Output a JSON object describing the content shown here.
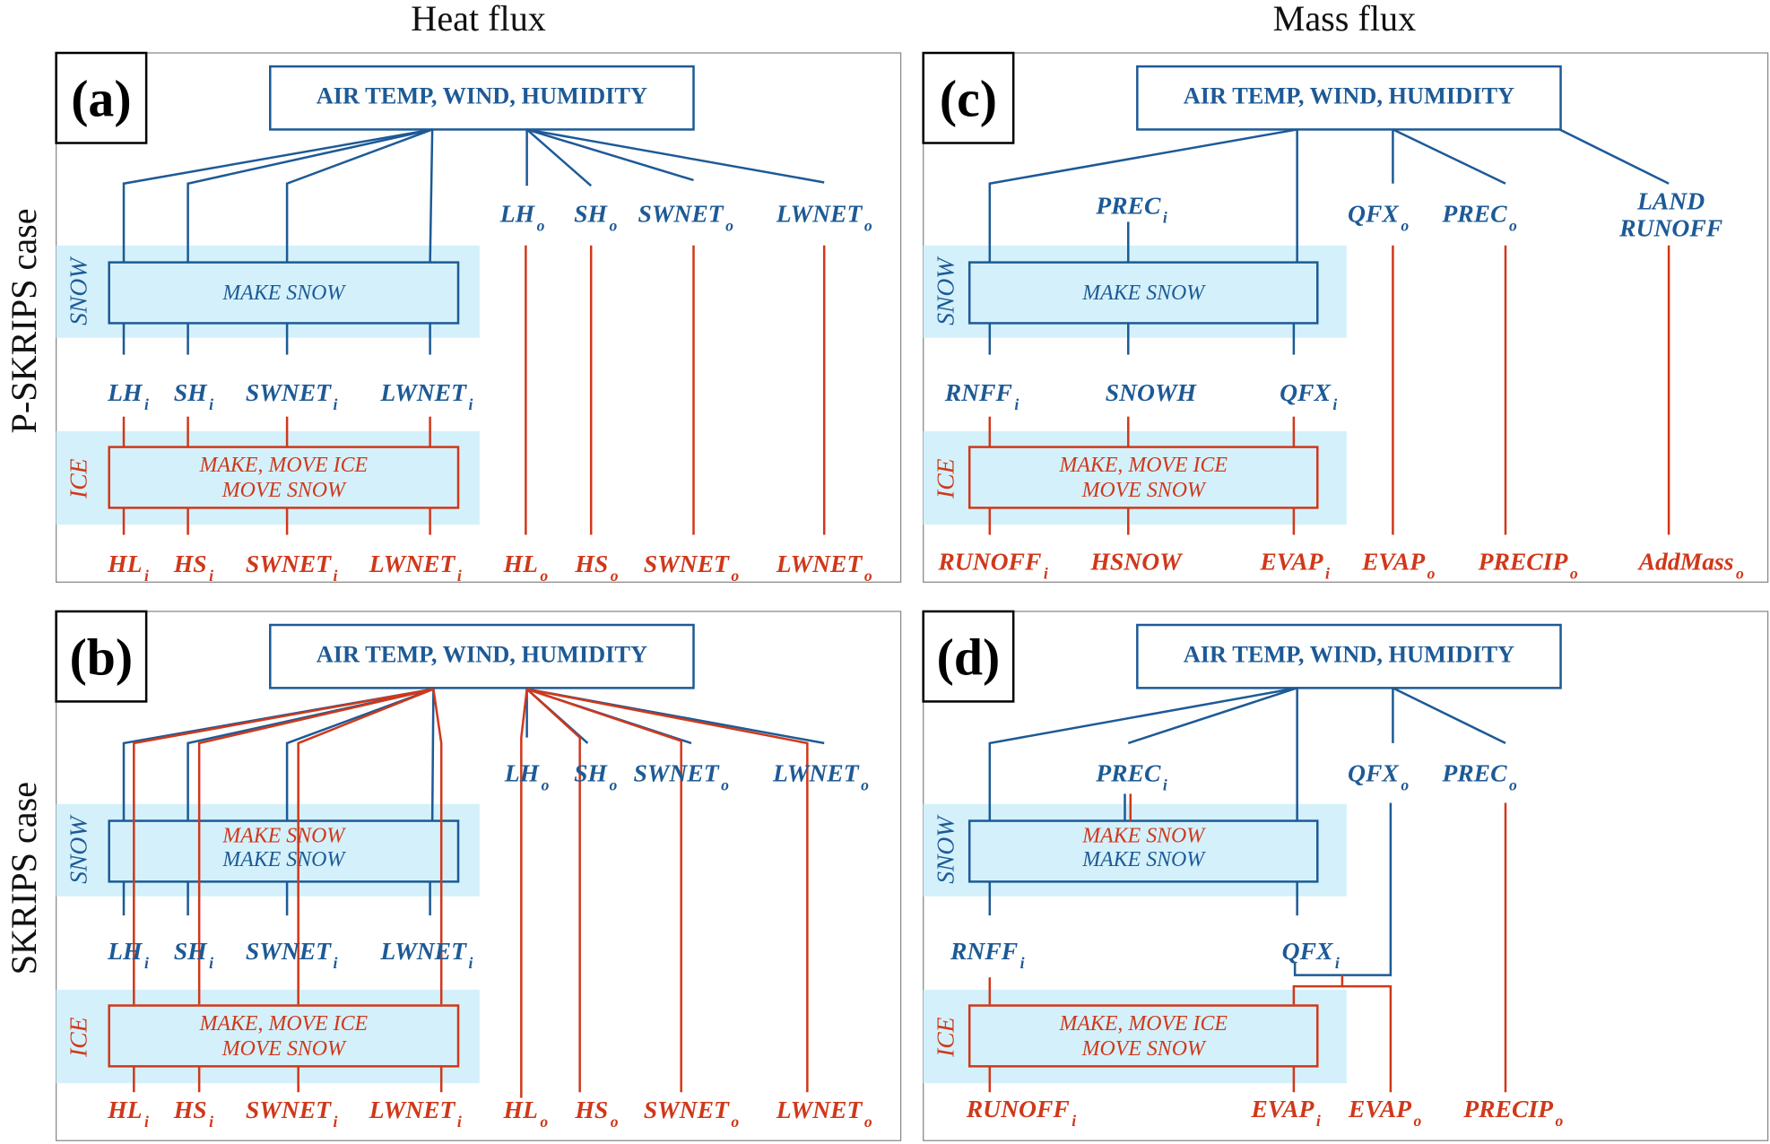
{
  "column_titles": [
    "Heat flux",
    "Mass flux"
  ],
  "row_titles": [
    "P-SKRIPS case",
    "SKRIPS case"
  ],
  "colors": {
    "atmosphere": "#1d5a96",
    "ice_ocean": "#d0381a",
    "layer_shade": "#d4f1fb",
    "frame": "#888888"
  },
  "panels": {
    "a": {
      "label": "(a)",
      "forcing": "AIR TEMP, WIND, HUMIDITY",
      "snow_layer": "SNOW",
      "ice_layer": "ICE",
      "snow_box": [
        {
          "text": "MAKE SNOW",
          "color": "blue"
        }
      ],
      "ice_box": [
        "MAKE, MOVE ICE",
        "MOVE SNOW"
      ],
      "top_vars": [
        {
          "t": "LH",
          "s": "o"
        },
        {
          "t": "SH",
          "s": "o"
        },
        {
          "t": "SWNET",
          "s": "o"
        },
        {
          "t": "LWNET",
          "s": "o"
        }
      ],
      "mid_vars": [
        {
          "t": "LH",
          "s": "i"
        },
        {
          "t": "SH",
          "s": "i"
        },
        {
          "t": "SWNET",
          "s": "i"
        },
        {
          "t": "LWNET",
          "s": "i"
        }
      ],
      "bottom_vars": [
        {
          "t": "HL",
          "s": "i"
        },
        {
          "t": "HS",
          "s": "i"
        },
        {
          "t": "SWNET",
          "s": "i"
        },
        {
          "t": "LWNET",
          "s": "i"
        },
        {
          "t": "HL",
          "s": "o"
        },
        {
          "t": "HS",
          "s": "o"
        },
        {
          "t": "SWNET",
          "s": "o"
        },
        {
          "t": "LWNET",
          "s": "o"
        }
      ]
    },
    "b": {
      "label": "(b)",
      "forcing": "AIR TEMP, WIND, HUMIDITY",
      "snow_layer": "SNOW",
      "ice_layer": "ICE",
      "snow_box": [
        {
          "text": "MAKE SNOW",
          "color": "red"
        },
        {
          "text": "MAKE SNOW",
          "color": "blue"
        }
      ],
      "ice_box": [
        "MAKE, MOVE ICE",
        "MOVE SNOW"
      ],
      "top_vars": [
        {
          "t": "LH",
          "s": "o"
        },
        {
          "t": "SH",
          "s": "o"
        },
        {
          "t": "SWNET",
          "s": "o"
        },
        {
          "t": "LWNET",
          "s": "o"
        }
      ],
      "mid_vars": [
        {
          "t": "LH",
          "s": "i"
        },
        {
          "t": "SH",
          "s": "i"
        },
        {
          "t": "SWNET",
          "s": "i"
        },
        {
          "t": "LWNET",
          "s": "i"
        }
      ],
      "bottom_vars": [
        {
          "t": "HL",
          "s": "i"
        },
        {
          "t": "HS",
          "s": "i"
        },
        {
          "t": "SWNET",
          "s": "i"
        },
        {
          "t": "LWNET",
          "s": "i"
        },
        {
          "t": "HL",
          "s": "o"
        },
        {
          "t": "HS",
          "s": "o"
        },
        {
          "t": "SWNET",
          "s": "o"
        },
        {
          "t": "LWNET",
          "s": "o"
        }
      ]
    },
    "c": {
      "label": "(c)",
      "forcing": "AIR TEMP, WIND, HUMIDITY",
      "snow_layer": "SNOW",
      "ice_layer": "ICE",
      "snow_box": [
        {
          "text": "MAKE SNOW",
          "color": "blue"
        }
      ],
      "ice_box": [
        "MAKE, MOVE ICE",
        "MOVE SNOW"
      ],
      "top_vars": [
        {
          "t": "PREC",
          "s": "i"
        },
        {
          "t": "QFX",
          "s": "o"
        },
        {
          "t": "PREC",
          "s": "o"
        },
        {
          "t": "LAND",
          "s": ""
        },
        {
          "t": "RUNOFF",
          "s": ""
        }
      ],
      "mid_vars": [
        {
          "t": "RNFF",
          "s": "i"
        },
        {
          "t": "SNOWH",
          "s": ""
        },
        {
          "t": "QFX",
          "s": "i"
        }
      ],
      "bottom_vars": [
        {
          "t": "RUNOFF",
          "s": "i"
        },
        {
          "t": "HSNOW",
          "s": ""
        },
        {
          "t": "EVAP",
          "s": "i"
        },
        {
          "t": "EVAP",
          "s": "o"
        },
        {
          "t": "PRECIP",
          "s": "o"
        },
        {
          "t": "AddMass",
          "s": "o"
        }
      ]
    },
    "d": {
      "label": "(d)",
      "forcing": "AIR TEMP, WIND, HUMIDITY",
      "snow_layer": "SNOW",
      "ice_layer": "ICE",
      "snow_box": [
        {
          "text": "MAKE SNOW",
          "color": "red"
        },
        {
          "text": "MAKE SNOW",
          "color": "blue"
        }
      ],
      "ice_box": [
        "MAKE, MOVE ICE",
        "MOVE SNOW"
      ],
      "top_vars": [
        {
          "t": "PREC",
          "s": "i"
        },
        {
          "t": "QFX",
          "s": "o"
        },
        {
          "t": "PREC",
          "s": "o"
        }
      ],
      "mid_vars": [
        {
          "t": "RNFF",
          "s": "i"
        },
        {
          "t": "QFX",
          "s": "i"
        }
      ],
      "bottom_vars": [
        {
          "t": "RUNOFF",
          "s": "i"
        },
        {
          "t": "EVAP",
          "s": "i"
        },
        {
          "t": "EVAP",
          "s": "o"
        },
        {
          "t": "PRECIP",
          "s": "o"
        }
      ]
    }
  }
}
